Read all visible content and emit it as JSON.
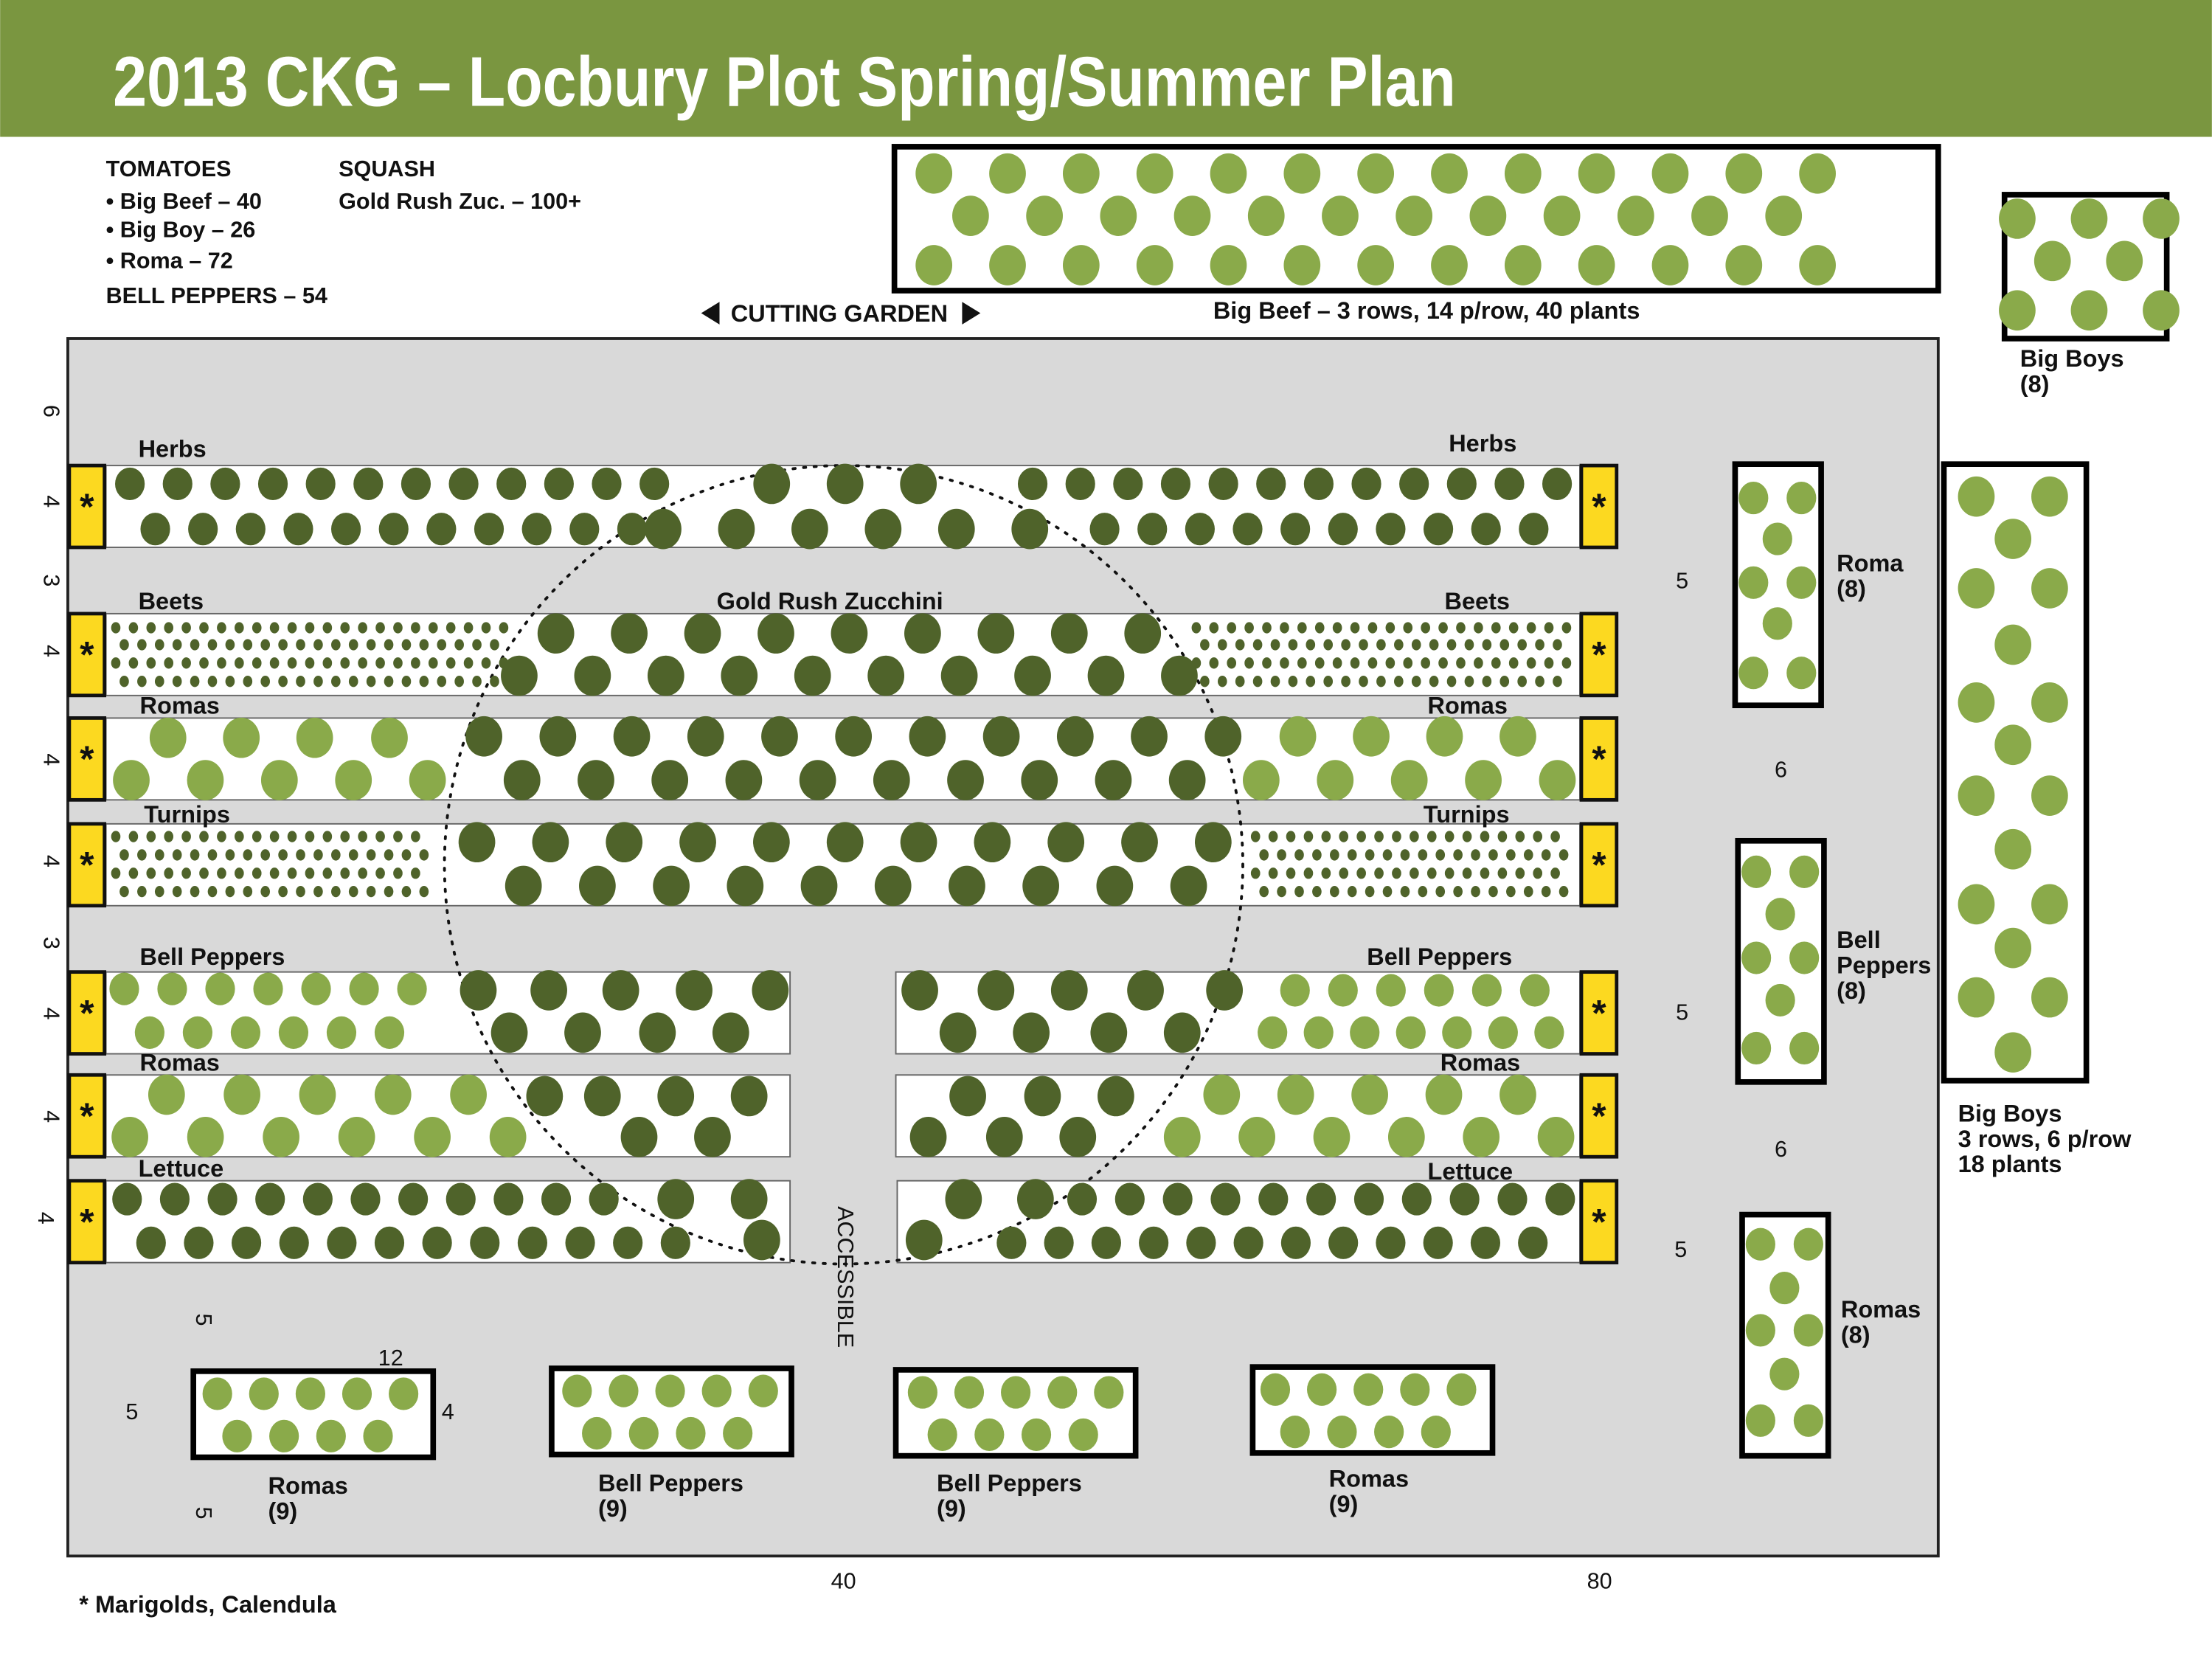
{
  "header": {
    "title": "2013 CKG – Locbury Plot Spring/Summer Plan"
  },
  "legend": {
    "tomatoes_heading": "TOMATOES",
    "tomatoes": [
      "• Big Beef – 40",
      "• Big Boy – 26",
      "• Roma – 72"
    ],
    "squash_heading": "SQUASH",
    "squash": "Gold Rush Zuc. – 100+",
    "peppers": "BELL PEPPERS – 54",
    "footnote": "* Marigolds, Calendula"
  },
  "cutting_garden": "CUTTING GARDEN",
  "big_beef_caption": "Big Beef – 3 rows, 14 p/row, 40 plants",
  "big_boys_small": [
    "Big Boys",
    "(8)"
  ],
  "big_boys_tall": [
    "Big Boys",
    "3 rows, 6 p/row",
    "18 plants"
  ],
  "beds": {
    "herbs": "Herbs",
    "beets": "Beets",
    "zucchini": "Gold Rush Zucchini",
    "romas": "Romas",
    "turnips": "Turnips",
    "bell_peppers": "Bell Peppers",
    "lettuce": "Lettuce",
    "marker": "*"
  },
  "side_boxes": {
    "roma": [
      "Roma",
      "(8)"
    ],
    "bell": [
      "Bell",
      "Peppers",
      "(8)"
    ],
    "romas": [
      "Romas",
      "(8)"
    ]
  },
  "bottom_boxes": [
    [
      "Romas",
      "(9)"
    ],
    [
      "Bell Peppers",
      "(9)"
    ],
    [
      "Bell Peppers",
      "(9)"
    ],
    [
      "Romas",
      "(9)"
    ]
  ],
  "accessible": "ACCESSIBLE",
  "dimensions": {
    "left": [
      "6",
      "4",
      "3",
      "4",
      "4",
      "4",
      "3",
      "4",
      "4",
      "4"
    ],
    "right": [
      "5",
      "6",
      "5",
      "6",
      "5"
    ],
    "bottom": [
      "40",
      "80"
    ],
    "small": [
      "5",
      "12",
      "5",
      "4",
      "5"
    ]
  },
  "colors": {
    "header": "#7a9640",
    "light_plant": "#8aaa4a",
    "dark_plant": "#4f632a",
    "marker": "#fcd920",
    "ground": "#d9d9d9"
  }
}
